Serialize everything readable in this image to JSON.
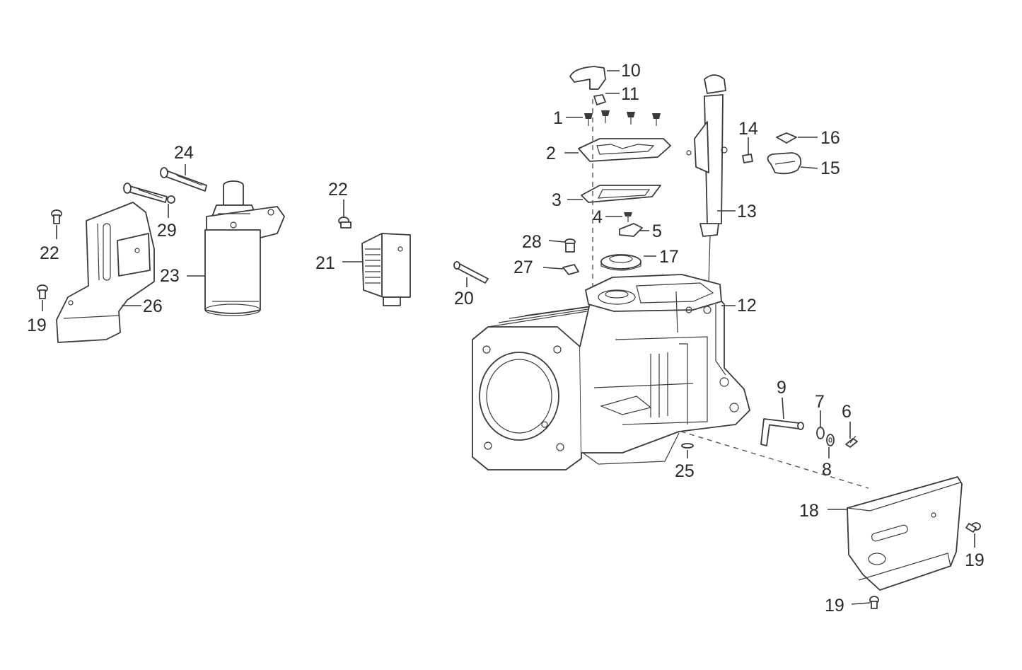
{
  "labels": {
    "l1": "1",
    "l2": "2",
    "l3": "3",
    "l4": "4",
    "l5": "5",
    "l6": "6",
    "l7": "7",
    "l8": "8",
    "l9": "9",
    "l10": "10",
    "l11": "11",
    "l12": "12",
    "l13": "13",
    "l14": "14",
    "l15": "15",
    "l16": "16",
    "l17": "17",
    "l18": "18",
    "l19a": "19",
    "l19b": "19",
    "l19c": "19",
    "l20": "20",
    "l21": "21",
    "l22a": "22",
    "l22b": "22",
    "l23": "23",
    "l24": "24",
    "l25": "25",
    "l26": "26",
    "l27": "27",
    "l28": "28",
    "l29": "29"
  },
  "colors": {
    "line": "#3a3a3a",
    "background": "#ffffff"
  }
}
